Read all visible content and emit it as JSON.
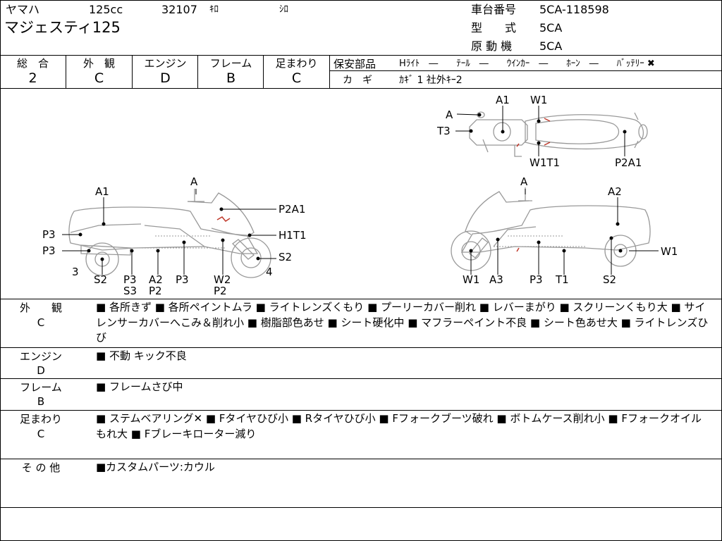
{
  "header": {
    "maker": "ヤマハ",
    "displacement": "125cc",
    "mileage": "32107",
    "mileage_unit": "ｷﾛ",
    "color": "ｼﾛ",
    "model_name": "マジェスティ125",
    "frame_label": "車台番号",
    "frame_value": "5CA-118598",
    "type_label": "型　　式",
    "type_value": "5CA",
    "engine_label": "原 動 機",
    "engine_value": "5CA"
  },
  "grades": [
    {
      "label": "総　合",
      "value": "2"
    },
    {
      "label": "外　観",
      "value": "C"
    },
    {
      "label": "エンジン",
      "value": "D"
    },
    {
      "label": "フレーム",
      "value": "B"
    },
    {
      "label": "足まわり",
      "value": "C"
    }
  ],
  "safety": {
    "label": "保安部品",
    "items": "Hﾗｲﾄ　―　　ﾃｰﾙ　―　　ｳｲﾝｶｰ　―　　ﾎｰﾝ　―　　ﾊﾞｯﾃﾘｰ ✖",
    "key_label": "カ　ギ",
    "key_value": "ｶｷﾞ 1 社外ｷｰ2"
  },
  "diagram_labels": {
    "top": {
      "A": "A",
      "A1": "A1",
      "W1": "W1",
      "T3": "T3",
      "W1T1": "W1T1",
      "P2A1": "P2A1"
    },
    "left": {
      "A": "A",
      "A1": "A1",
      "P2A1": "P2A1",
      "P3a": "P3",
      "H1T1": "H1T1",
      "P3b": "P3",
      "S2r": "S2",
      "n3": "3",
      "n4": "4",
      "S2": "S2",
      "P3S3": "P3\nS3",
      "A2P2": "A2\nP2",
      "P3c": "P3",
      "W2P2": "W2\nP2"
    },
    "right": {
      "A": "A",
      "A2": "A2",
      "W1r": "W1",
      "W1": "W1",
      "A3": "A3",
      "P3": "P3",
      "T1": "T1",
      "S2": "S2"
    }
  },
  "sections": [
    {
      "label": "外　　観",
      "grade": "C",
      "notes": "■ 各所きず ■ 各所ペイントムラ ■ ライトレンズくもり ■ プーリーカバー削れ ■ レバーまがり ■ スクリーンくもり大 ■ サイレンサーカバーへこみ＆削れ小 ■ 樹脂部色あせ ■ シート硬化中 ■ マフラーペイント不良 ■ シート色あせ大 ■ ライトレンズひび"
    },
    {
      "label": "エンジン",
      "grade": "D",
      "notes": "■ 不動 キック不良"
    },
    {
      "label": "フレーム",
      "grade": "B",
      "notes": "■ フレームさび中"
    },
    {
      "label": "足まわり",
      "grade": "C",
      "notes": "■ ステムベアリング✕ ■ Fタイヤひび小 ■ Rタイヤひび小 ■ Fフォークブーツ破れ ■ ボトムケース削れ小 ■ Fフォークオイルもれ大 ■ Fブレーキローター減り"
    },
    {
      "label": "そ の 他",
      "grade": "",
      "notes": "■カスタムパーツ:カウル"
    }
  ]
}
